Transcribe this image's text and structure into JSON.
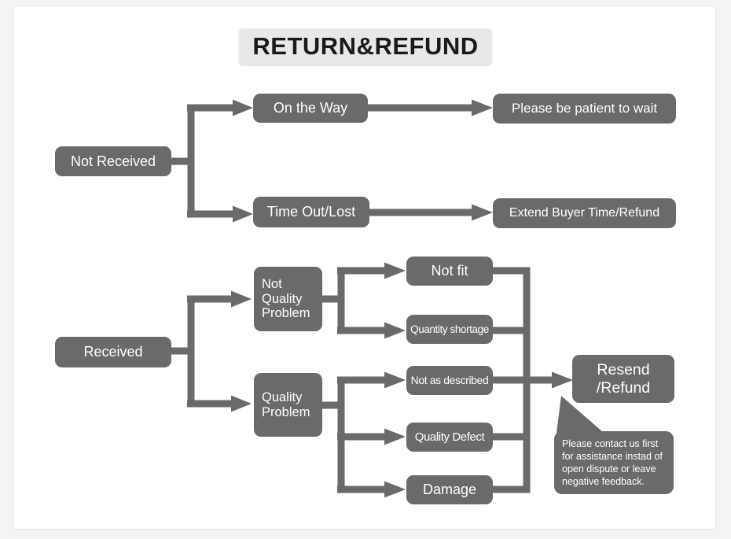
{
  "title": "RETURN&REFUND",
  "colors": {
    "node_fill": "#6a6a6a",
    "connector": "#6a6a6a",
    "node_text": "#ffffff",
    "title_bg": "#e8e8e8",
    "title_text": "#1a1a1a",
    "page_bg": "#f4f4f4",
    "card_bg": "#ffffff"
  },
  "nodes": {
    "not_received": "Not Received",
    "on_the_way": "On the Way",
    "please_wait": "Please be patient to wait",
    "time_out_lost": "Time Out/Lost",
    "extend_buyer": "Extend Buyer Time/Refund",
    "received": "Received",
    "not_quality_problem": "Not Quality Problem",
    "quality_problem": "Quality Problem",
    "not_fit": "Not fit",
    "quantity_shortage": "Quantity shortage",
    "not_as_described": "Not as described",
    "quality_defect": "Quality Defect",
    "damage": "Damage",
    "resend_refund": "Resend /Refund"
  },
  "edges": [
    {
      "from": "not_received",
      "to": "on_the_way"
    },
    {
      "from": "not_received",
      "to": "time_out_lost"
    },
    {
      "from": "on_the_way",
      "to": "please_wait"
    },
    {
      "from": "time_out_lost",
      "to": "extend_buyer"
    },
    {
      "from": "received",
      "to": "not_quality_problem"
    },
    {
      "from": "received",
      "to": "quality_problem"
    },
    {
      "from": "not_quality_problem",
      "to": "not_fit"
    },
    {
      "from": "not_quality_problem",
      "to": "quantity_shortage"
    },
    {
      "from": "quality_problem",
      "to": "not_as_described"
    },
    {
      "from": "quality_problem",
      "to": "quality_defect"
    },
    {
      "from": "quality_problem",
      "to": "damage"
    },
    {
      "from": "not_fit",
      "to": "resend_refund"
    },
    {
      "from": "quantity_shortage",
      "to": "resend_refund"
    },
    {
      "from": "not_as_described",
      "to": "resend_refund"
    },
    {
      "from": "quality_defect",
      "to": "resend_refund"
    },
    {
      "from": "damage",
      "to": "resend_refund"
    }
  ],
  "note": {
    "lines": [
      "Please contact us first",
      "for assistance instad of",
      "open dispute or leave",
      "negative feedback."
    ]
  }
}
